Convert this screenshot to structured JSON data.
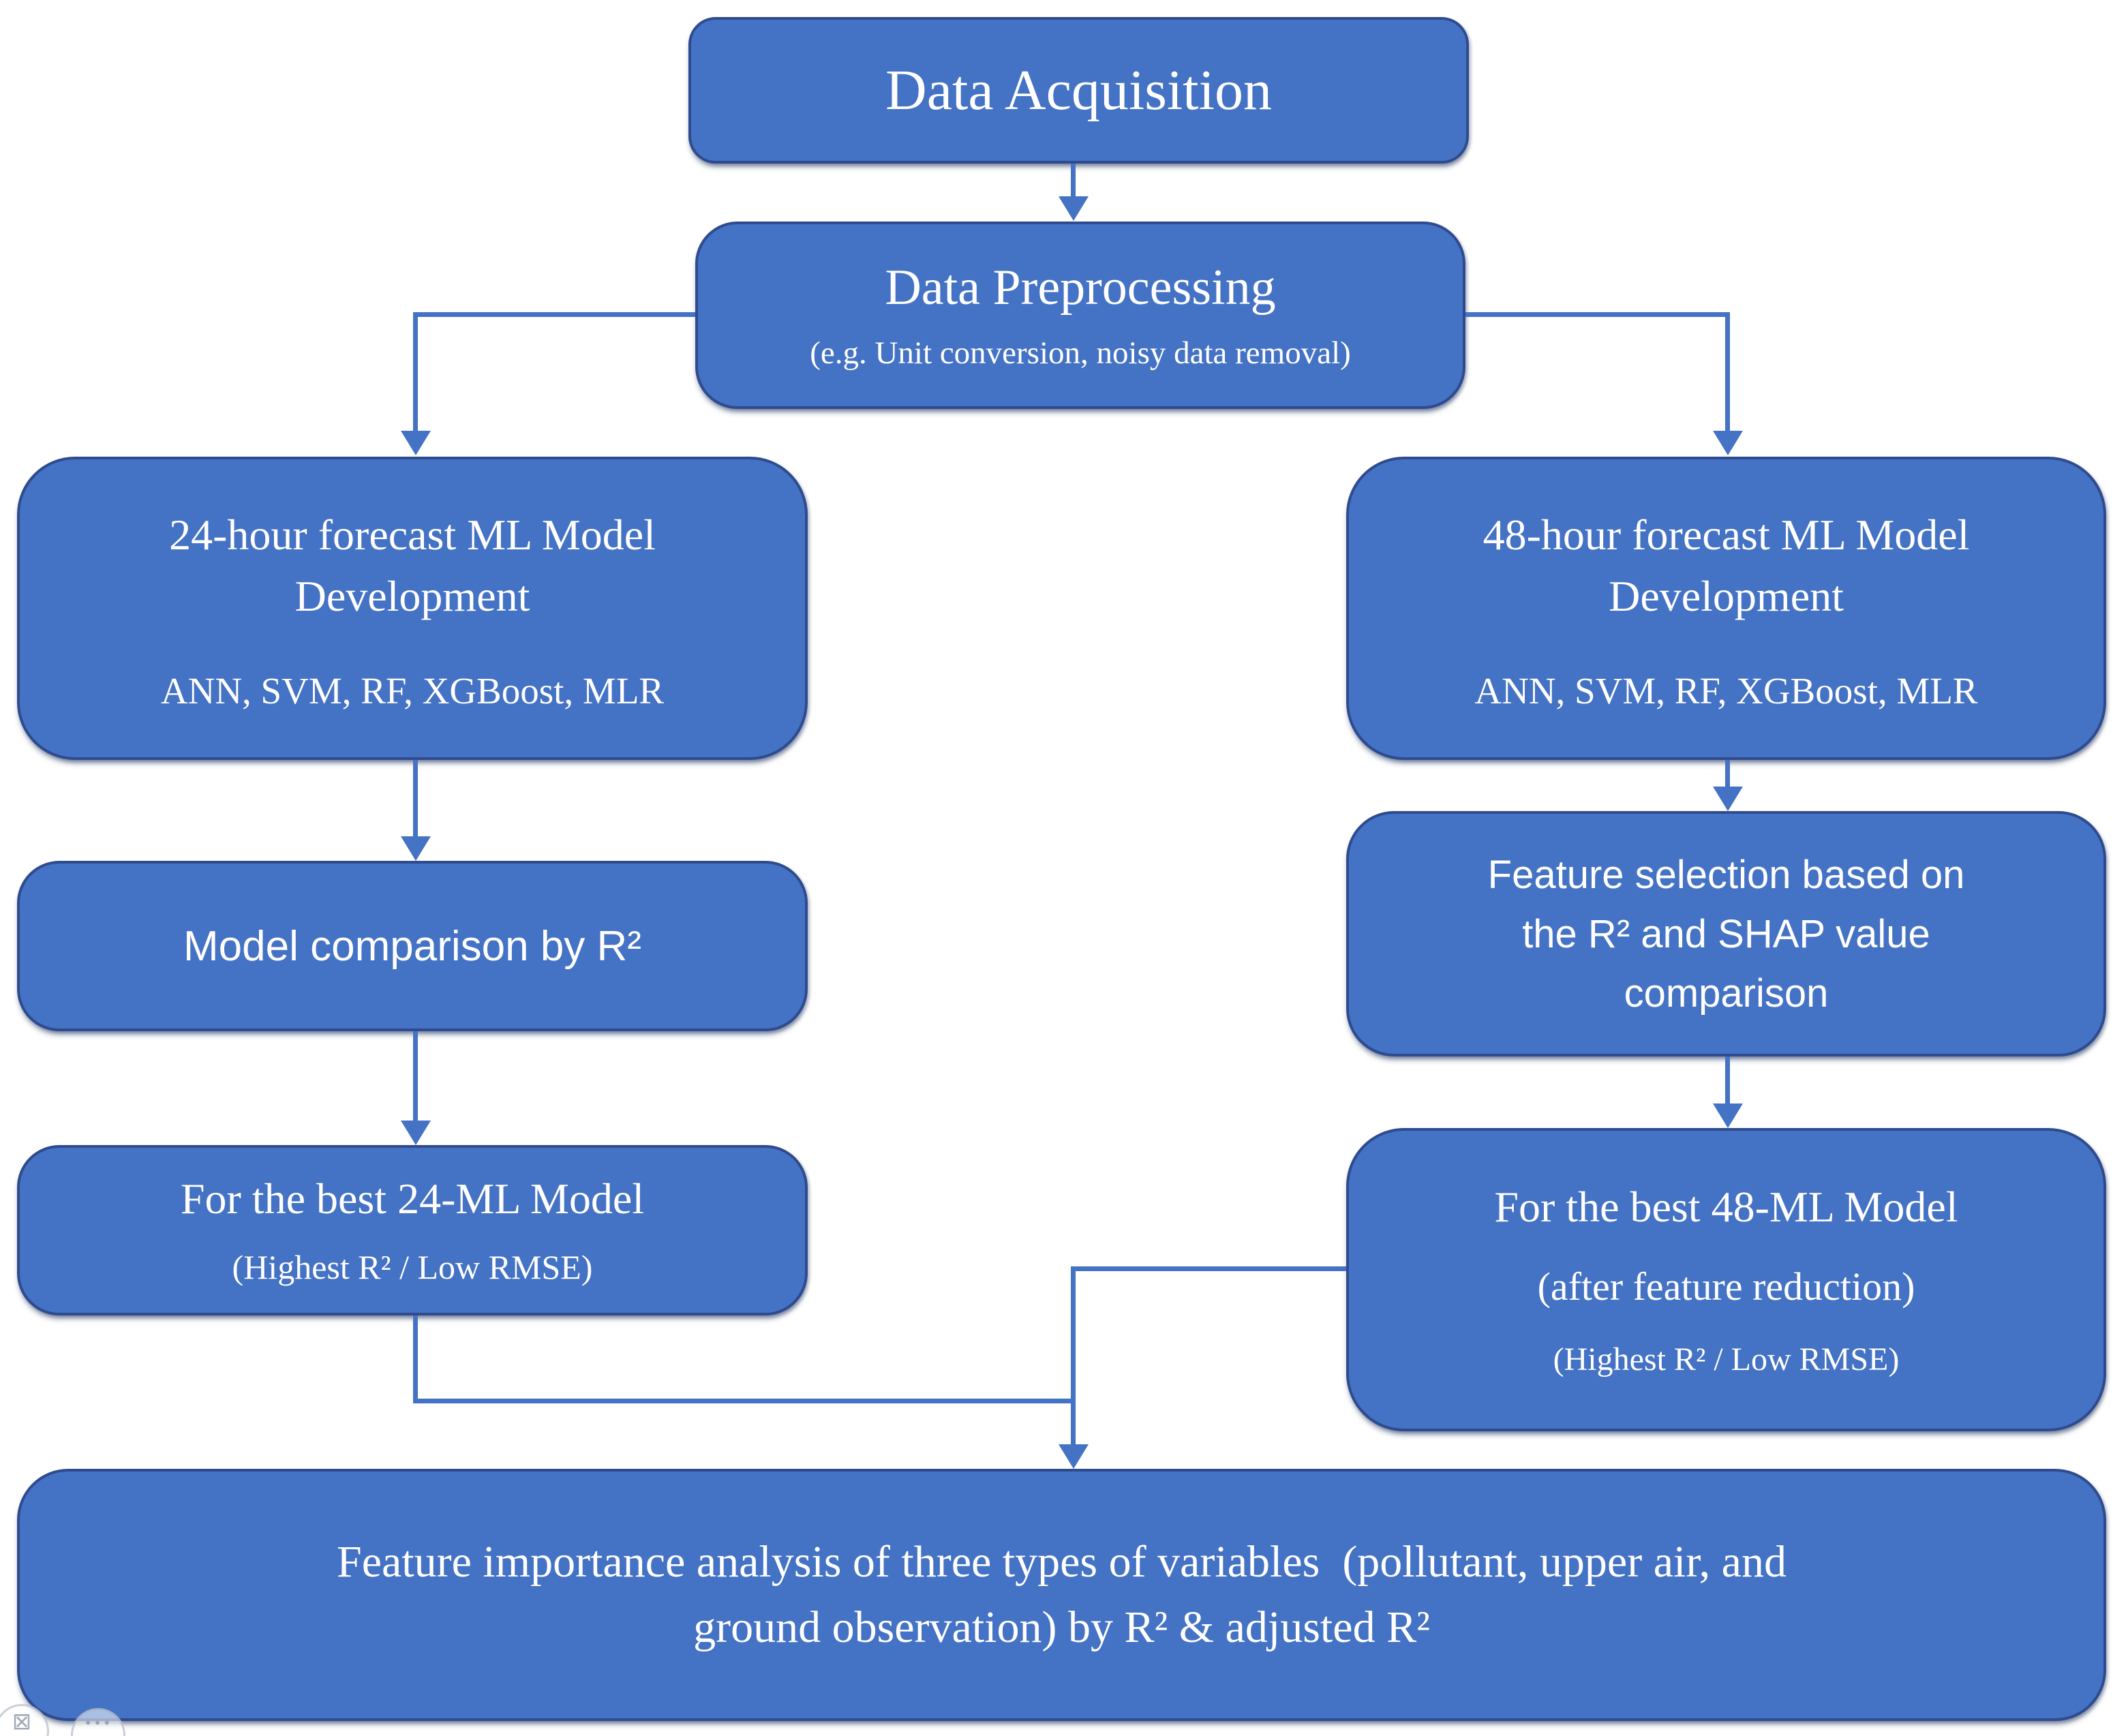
{
  "colors": {
    "box_fill": "#4472C4",
    "box_border": "#2F4B8F",
    "connector": "#4472C4",
    "text": "#FFFFFF",
    "background": "#FFFFFF"
  },
  "nodes": {
    "acquisition": {
      "title": "Data Acquisition"
    },
    "preprocessing": {
      "title": "Data Preprocessing",
      "note": "(e.g. Unit conversion, noisy data removal)"
    },
    "ml24": {
      "title_lines": [
        "24-hour forecast ML Model",
        "Development"
      ],
      "models": "ANN, SVM, RF, XGBoost, MLR"
    },
    "ml48": {
      "title_lines": [
        "48-hour forecast ML Model",
        "Development"
      ],
      "models": "ANN, SVM, RF, XGBoost, MLR"
    },
    "comparison": {
      "title": "Model comparison by R²"
    },
    "selection": {
      "lines": [
        "Feature selection based on",
        "the R² and SHAP value",
        "comparison"
      ]
    },
    "best24": {
      "title": "For the best 24-ML Model",
      "note": "(Highest R² / Low RMSE)"
    },
    "best48": {
      "title": "For the best 48-ML Model",
      "note1": "(after feature reduction)",
      "note2": "(Highest R² / Low RMSE)"
    },
    "final": {
      "lines": [
        "Feature importance analysis of three types of variables  (pollutant, upper air, and",
        "ground observation) by R² & adjusted R²"
      ]
    }
  },
  "watermarks": {
    "icon1": "broken-image-icon",
    "icon1_glyph": "⊠",
    "icon2": "ellipsis-icon",
    "icon2_glyph": "•••"
  }
}
